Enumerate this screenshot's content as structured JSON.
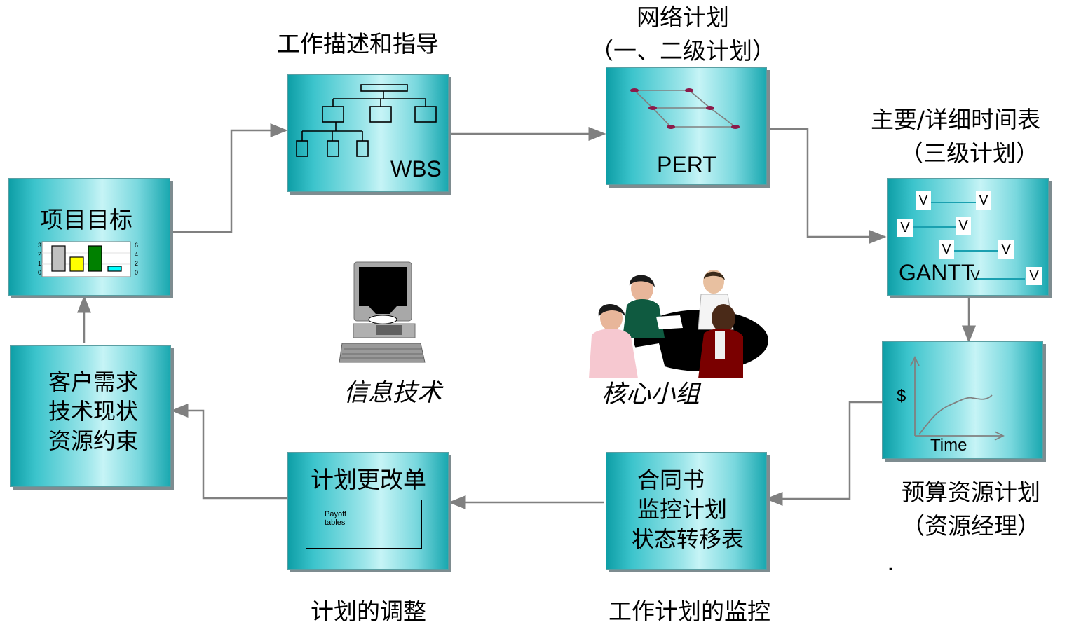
{
  "nodes": {
    "wbs": {
      "heading": "工作描述和指导",
      "label": "WBS"
    },
    "pert": {
      "heading_line1": "网络计划",
      "heading_line2": "（一、二级计划）",
      "label": "PERT"
    },
    "gantt": {
      "heading_line1": "主要/详细时间表",
      "heading_line2": "（三级计划）",
      "label": "GANTT",
      "marker": "V"
    },
    "goal": {
      "title": "项目目标",
      "left_ticks": [
        "3",
        "2",
        "1",
        "0"
      ],
      "right_ticks": [
        "6",
        "4",
        "2",
        "0"
      ]
    },
    "budget": {
      "y_label": "$",
      "x_label": "Time",
      "caption_line1": "预算资源计划",
      "caption_line2": "（资源经理）"
    },
    "inputs": {
      "lines": [
        "客户需求",
        "技术现状",
        "资源约束"
      ]
    },
    "change": {
      "title": "计划更改单",
      "inner_line1": "Payoff",
      "inner_line2": "tables",
      "caption": "计划的调整"
    },
    "monitor": {
      "lines": [
        "合同书",
        "监控计划",
        "状态转移表"
      ],
      "caption": "工作计划的监控"
    }
  },
  "center": {
    "it_label": "信息技术",
    "team_label": "核心小组"
  },
  "misc": {
    "dot": "."
  },
  "colors": {
    "box_teal": "#1aa8b0",
    "arrow": "#808080",
    "bar1": "#c0c0c0",
    "bar2": "#ffff00",
    "bar3": "#008000",
    "bar4": "#00ffff"
  }
}
